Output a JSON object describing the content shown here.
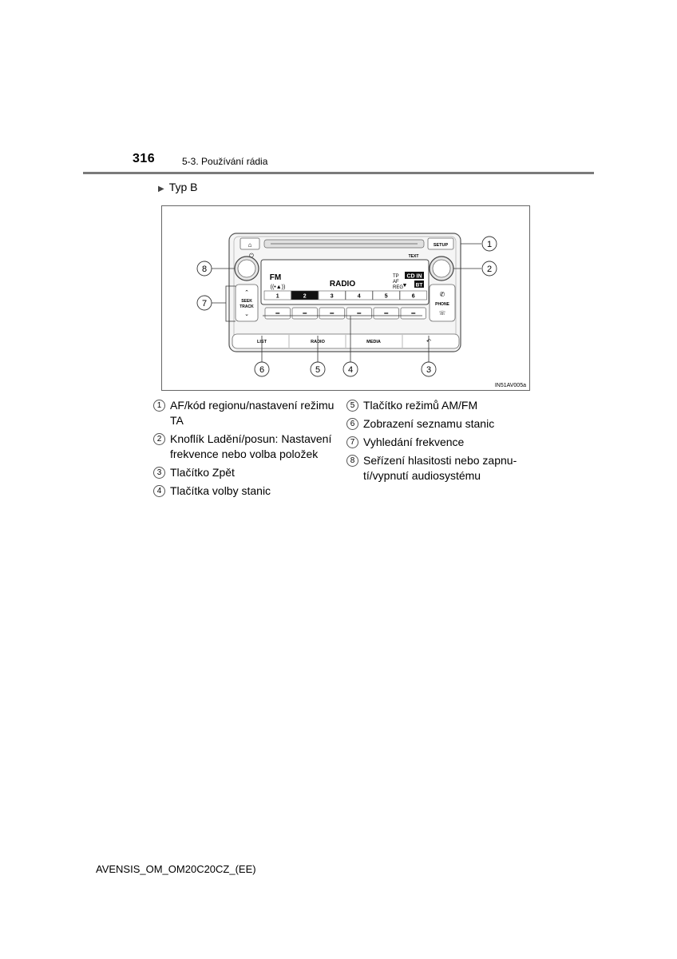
{
  "header": {
    "page_number": "316",
    "section": "5-3. Používání rádia"
  },
  "typ_label": "Typ B",
  "figure": {
    "code": "IN51AV005a",
    "display": {
      "band": "FM",
      "center": "RADIO",
      "tp": "TP",
      "af": "AF",
      "reg": "REG",
      "cd_in": "CD IN",
      "bt": "BT",
      "text_label": "TEXT",
      "presets": [
        "1",
        "2",
        "3",
        "4",
        "5",
        "6"
      ]
    },
    "buttons": {
      "setup": "SETUP",
      "seek": "SEEK",
      "track": "TRACK",
      "phone": "PHONE",
      "list": "LIST",
      "radio": "RADIO",
      "media": "MEDIA"
    },
    "callouts": [
      "1",
      "2",
      "3",
      "4",
      "5",
      "6",
      "7",
      "8"
    ]
  },
  "legend": [
    {
      "num": "1",
      "text": "AF/kód regionu/nastavení režimu TA"
    },
    {
      "num": "2",
      "text": "Knoflík Ladění/posun: Nastavení frekvence nebo volba položek"
    },
    {
      "num": "3",
      "text": "Tlačítko Zpět"
    },
    {
      "num": "4",
      "text": "Tlačítka volby stanic"
    },
    {
      "num": "5",
      "text": "Tlačítko režimů AM/FM"
    },
    {
      "num": "6",
      "text": "Zobrazení seznamu stanic"
    },
    {
      "num": "7",
      "text": "Vyhledání frekvence"
    },
    {
      "num": "8",
      "text": "Seřízení hlasitosti nebo zapnu-tí/vypnutí audiosystému"
    }
  ],
  "footer": "AVENSIS_OM_OM20C20CZ_(EE)"
}
